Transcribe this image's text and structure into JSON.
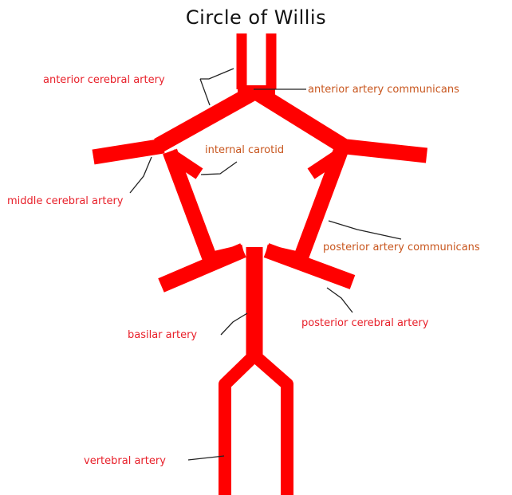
{
  "title": "Circle of Willis",
  "colors": {
    "artery": "#ff0000",
    "label_red": "#e8202a",
    "label_orange": "#c8561e",
    "leader_line": "#222222"
  },
  "labels": {
    "anterior_cerebral_artery": "anterior cerebral artery",
    "anterior_artery_communicans": "anterior artery communicans",
    "internal_carotid": "internal carotid",
    "middle_cerebral_artery": "middle cerebral artery",
    "posterior_artery_communicans": "posterior artery communicans",
    "basilar_artery": "basilar artery",
    "posterior_cerebral_artery": "posterior cerebral artery",
    "vertebral_artery": "vertebral artery"
  }
}
